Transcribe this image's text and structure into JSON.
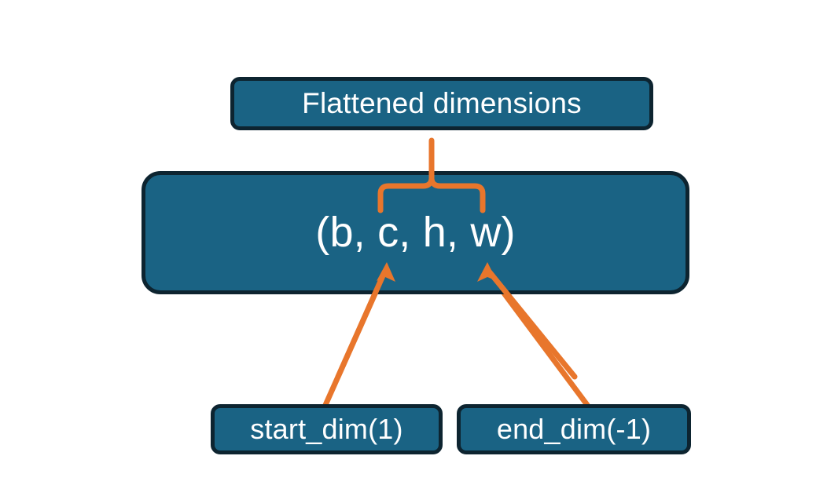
{
  "diagram": {
    "title_node": {
      "label": "Flattened dimensions"
    },
    "shape_node": {
      "label": "(b, c, h, w)"
    },
    "param_nodes": [
      {
        "label": "start_dim(1)"
      },
      {
        "label": "end_dim(-1)"
      }
    ],
    "connectors": {
      "brace": "curly-brace-connector",
      "left_arrow": "start-dim-arrow",
      "right_arrow": "end-dim-arrow"
    },
    "colors": {
      "node_fill": "#1A6384",
      "node_border": "#0D2430",
      "node_text": "#FFFFFF",
      "accent_orange": "#E8762C",
      "background": "#FFFFFF"
    }
  }
}
